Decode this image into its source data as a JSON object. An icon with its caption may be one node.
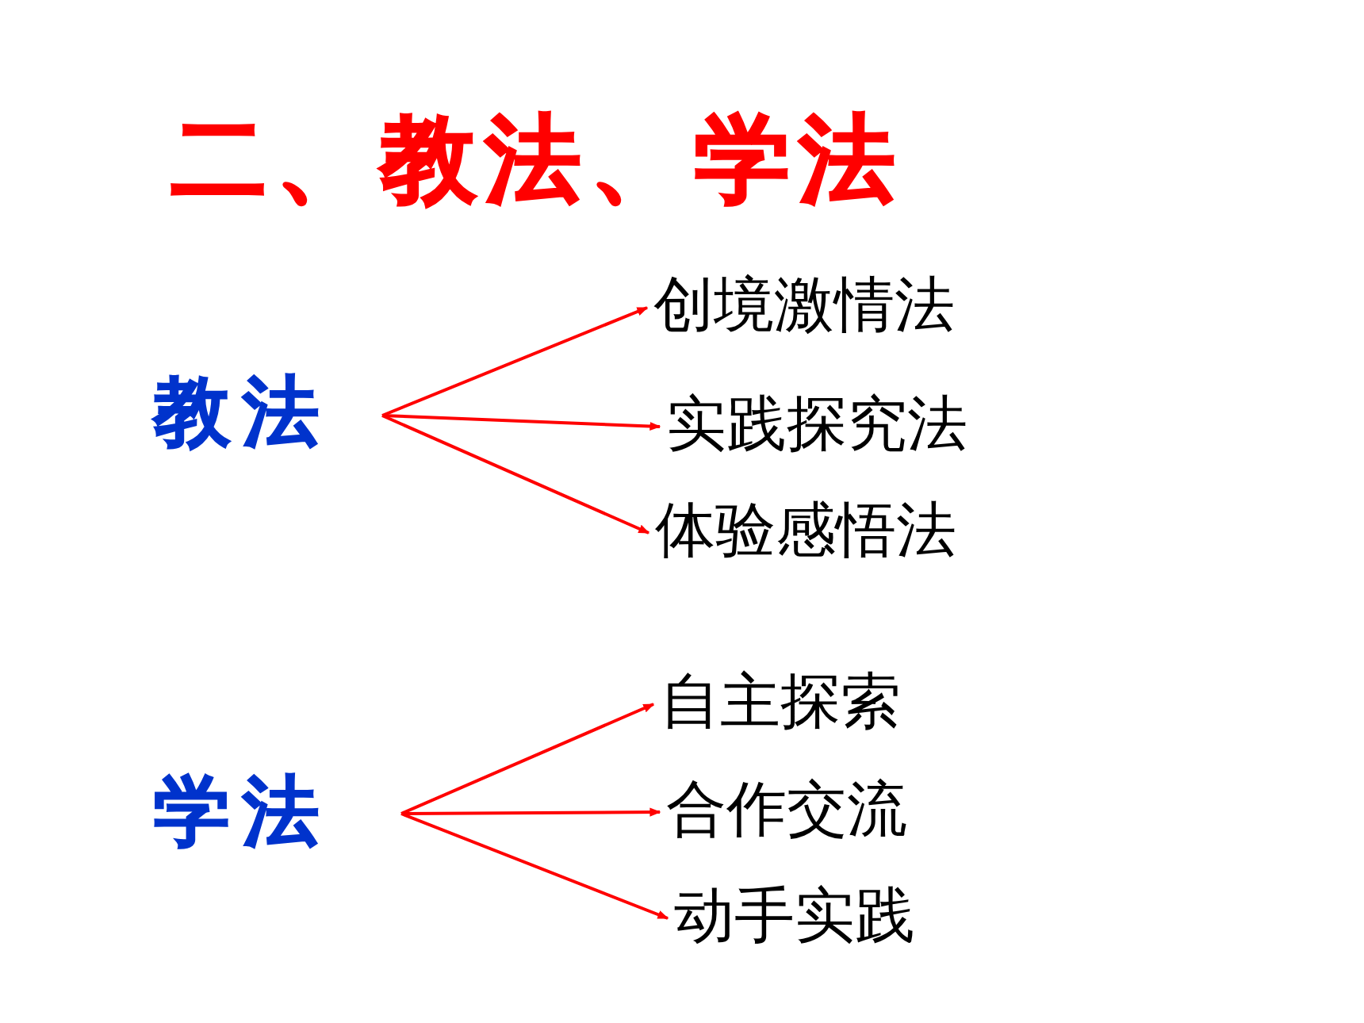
{
  "diagram": {
    "title": "二、教法、学法",
    "nodes": [
      {
        "text": [
          "教法"
        ]
      },
      {
        "text": [
          "创境激情法"
        ]
      },
      {
        "text": [
          "实践探究法"
        ]
      },
      {
        "text": [
          "体验感悟法"
        ]
      },
      {
        "text": [
          "学法"
        ]
      },
      {
        "text": [
          "自主探索"
        ]
      },
      {
        "text": [
          "合作交流"
        ]
      },
      {
        "text": [
          "动手实践"
        ]
      }
    ],
    "edges": [
      {
        "from": 0,
        "to": 1,
        "arrow": "to",
        "color": "#ff0000"
      },
      {
        "from": 0,
        "to": 2,
        "arrow": "to",
        "color": "#ff0000"
      },
      {
        "from": 0,
        "to": 3,
        "arrow": "to",
        "color": "#ff0000"
      },
      {
        "from": 4,
        "to": 5,
        "arrow": "to",
        "color": "#ff0000"
      },
      {
        "from": 4,
        "to": 6,
        "arrow": "to",
        "color": "#ff0000"
      },
      {
        "from": 4,
        "to": 7,
        "arrow": "to",
        "color": "#ff0000"
      }
    ]
  }
}
